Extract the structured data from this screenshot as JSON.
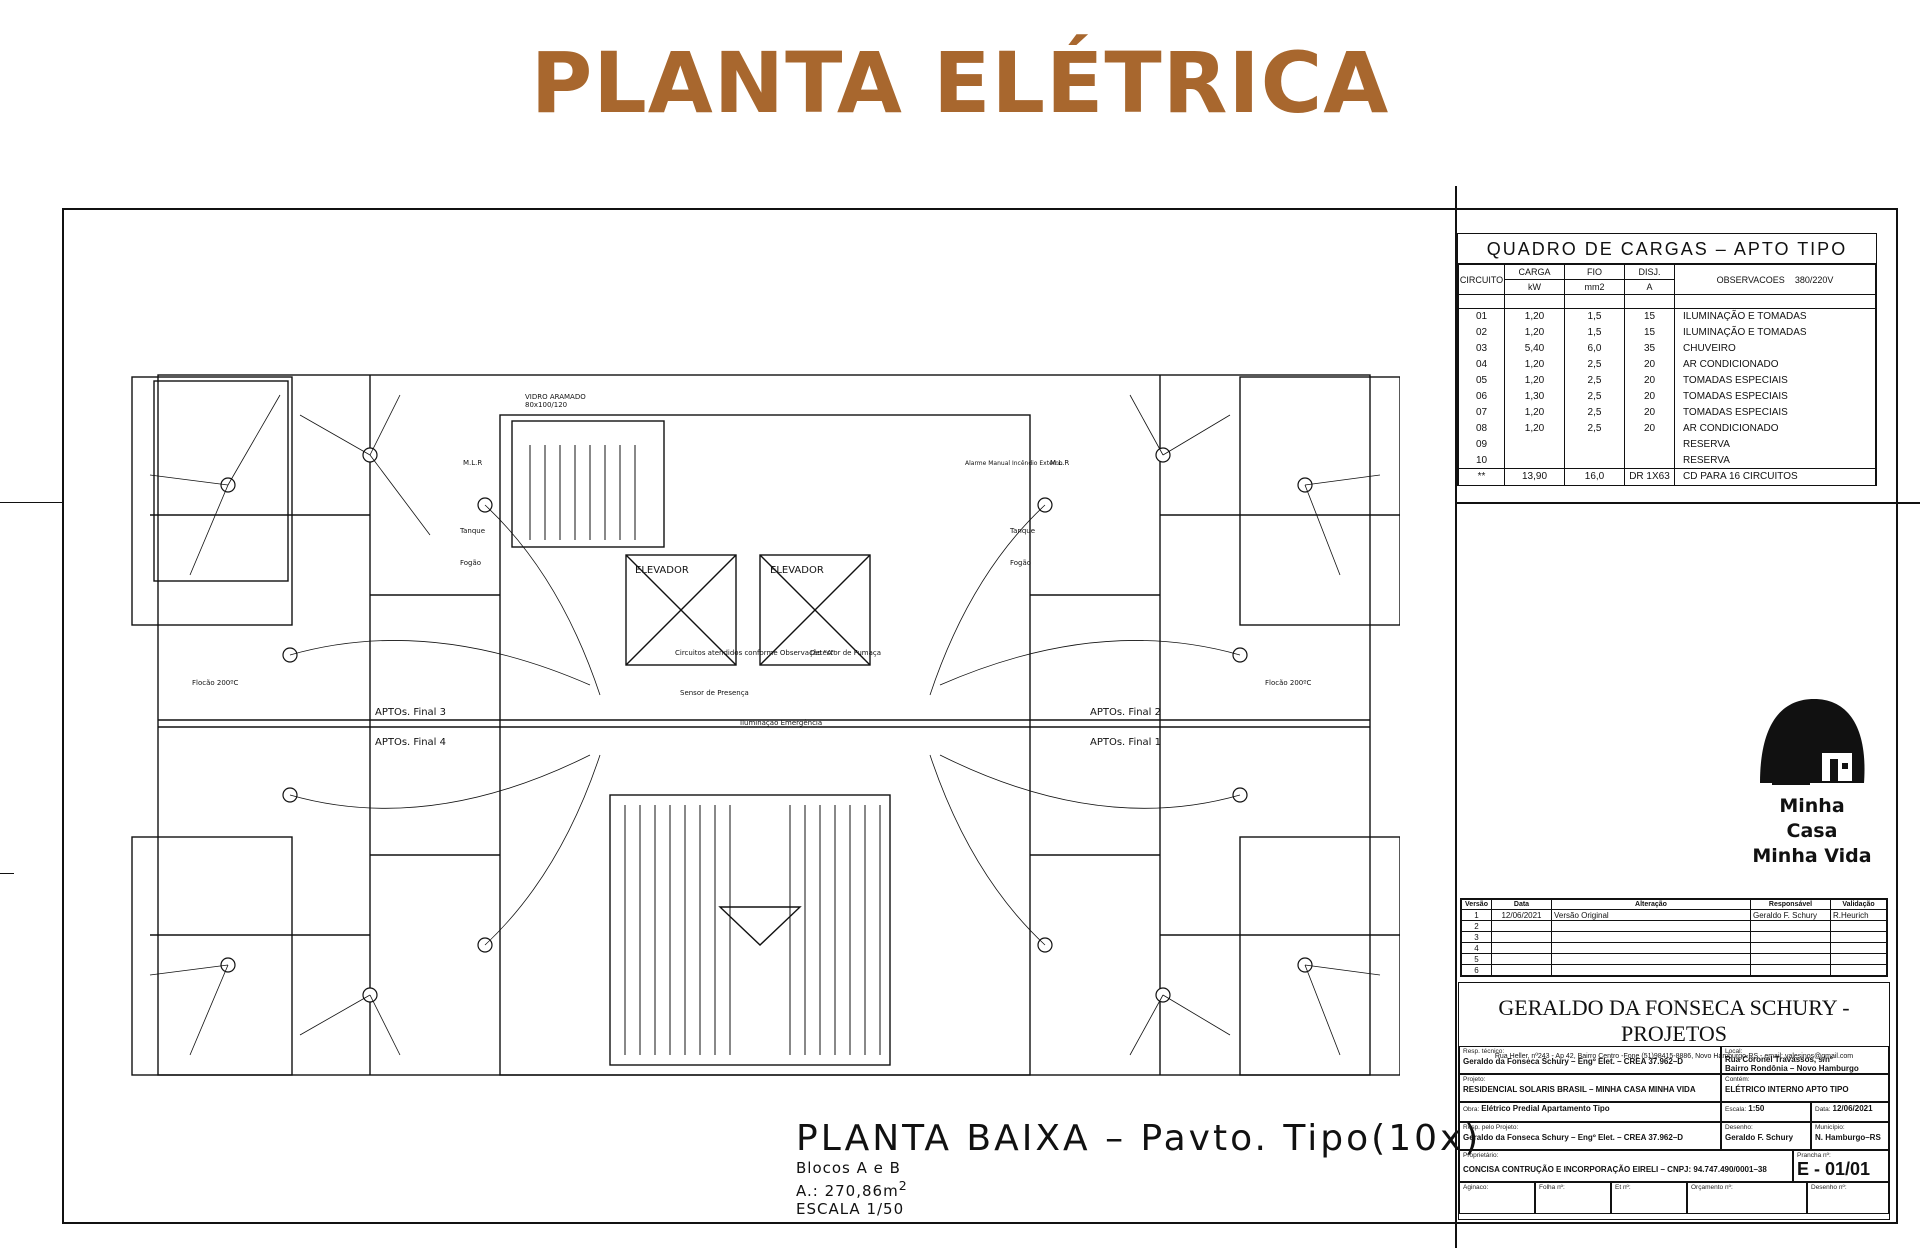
{
  "page": {
    "title": "PLANTA ELÉTRICA",
    "title_color": "#A8672E"
  },
  "plan": {
    "title": "PLANTA BAIXA  –  Pavto. Tipo(10x)",
    "blocks": "Blocos A e B",
    "area": "A.: 270,86m",
    "area_unit_sup": "2",
    "scale": "ESCALA 1/50",
    "labels": {
      "elevador": "ELEVADOR",
      "apto_final_3": "APTOs. Final 3",
      "apto_final_2": "APTOs. Final 2",
      "apto_final_4": "APTOs. Final 4",
      "apto_final_1": "APTOs. Final 1",
      "vidro_aramado": "VIDRO ARAMADO",
      "vidro_dim": "80x100/120",
      "sensor_presenca": "Sensor de Presença",
      "detector_fumaca": "Detector de Fumaça",
      "iluminacao_emergencia": "Iluminação Emergência",
      "circuitos_atendidos": "Circuitos atendidos conforme Observação \"A\"",
      "alarme_manual": "Alarme Manual Incêndio Externo",
      "tanque": "Tanque",
      "fogao": "Fogão",
      "mlr": "M.L.R",
      "flocao": "Flocão 200ºC"
    }
  },
  "loads_table": {
    "title": "QUADRO  DE  CARGAS  –  APTO  TIPO",
    "headers": {
      "circuito": "CIRCUITO",
      "carga": "CARGA",
      "carga_unit": "kW",
      "fio": "FIO",
      "fio_unit": "mm2",
      "disj": "DISJ.",
      "disj_unit": "A",
      "observacoes": "OBSERVACOES",
      "voltage": "380/220V"
    },
    "rows": [
      {
        "circuito": "01",
        "carga": "1,20",
        "fio": "1,5",
        "disj": "15",
        "obs": "ILUMINAÇÃO  E  TOMADAS"
      },
      {
        "circuito": "02",
        "carga": "1,20",
        "fio": "1,5",
        "disj": "15",
        "obs": "ILUMINAÇÃO  E  TOMADAS"
      },
      {
        "circuito": "03",
        "carga": "5,40",
        "fio": "6,0",
        "disj": "35",
        "obs": "CHUVEIRO"
      },
      {
        "circuito": "04",
        "carga": "1,20",
        "fio": "2,5",
        "disj": "20",
        "obs": "AR  CONDICIONADO"
      },
      {
        "circuito": "05",
        "carga": "1,20",
        "fio": "2,5",
        "disj": "20",
        "obs": "TOMADAS  ESPECIAIS"
      },
      {
        "circuito": "06",
        "carga": "1,30",
        "fio": "2,5",
        "disj": "20",
        "obs": "TOMADAS  ESPECIAIS"
      },
      {
        "circuito": "07",
        "carga": "1,20",
        "fio": "2,5",
        "disj": "20",
        "obs": "TOMADAS  ESPECIAIS"
      },
      {
        "circuito": "08",
        "carga": "1,20",
        "fio": "2,5",
        "disj": "20",
        "obs": "AR  CONDICIONADO"
      },
      {
        "circuito": "09",
        "carga": "",
        "fio": "",
        "disj": "",
        "obs": "RESERVA"
      },
      {
        "circuito": "10",
        "carga": "",
        "fio": "",
        "disj": "",
        "obs": "RESERVA"
      }
    ],
    "total": {
      "circuito": "**",
      "carga": "13,90",
      "fio": "16,0",
      "disj": "DR  1X63",
      "obs": "CD  PARA  16  CIRCUITOS"
    }
  },
  "logo": {
    "line1": "Minha Casa",
    "line2": "Minha Vida"
  },
  "revisions": {
    "headers": [
      "Versão",
      "Data",
      "Alteração",
      "Responsável",
      "Validação"
    ],
    "rows": [
      {
        "versao": "1",
        "data": "12/06/2021",
        "alteracao": "Versão Original",
        "responsavel": "Geraldo F. Schury",
        "validacao": "R.Heurich"
      },
      {
        "versao": "2",
        "data": "",
        "alteracao": "",
        "responsavel": "",
        "validacao": ""
      },
      {
        "versao": "3",
        "data": "",
        "alteracao": "",
        "responsavel": "",
        "validacao": ""
      },
      {
        "versao": "4",
        "data": "",
        "alteracao": "",
        "responsavel": "",
        "validacao": ""
      },
      {
        "versao": "5",
        "data": "",
        "alteracao": "",
        "responsavel": "",
        "validacao": ""
      },
      {
        "versao": "6",
        "data": "",
        "alteracao": "",
        "responsavel": "",
        "validacao": ""
      }
    ]
  },
  "title_block": {
    "firm": "GERALDO DA FONSECA SCHURY - PROJETOS",
    "address": "Rua Heller, nº243 - Ap 42, Bairro Centro -Fone (51)98415-8886, Novo Hamburgo-RS - email: valesinos@gmail.com",
    "resp_tecnico_label": "Resp. técnico:",
    "resp_tecnico": "Geraldo da Fonseca Schury – Engº Elet. – CREA 37.962–D",
    "local_label": "Local:",
    "local_1": "Rua Coronel Travassos, s/nº",
    "local_2": "Bairro Rondônia – Novo Hamburgo",
    "projeto_label": "Projeto:",
    "projeto": "RESIDENCIAL SOLARIS BRASIL – MINHA CASA MINHA VIDA",
    "conteudo_label": "Contém:",
    "conteudo": "ELÉTRICO INTERNO APTO TIPO",
    "obra_label": "Obra:",
    "obra": "Elétrico Predial Apartamento Tipo",
    "escala_label": "Escala:",
    "escala": "1:50",
    "data_label": "Data:",
    "data": "12/06/2021",
    "resp_projeto_label": "Resp. pelo Projeto:",
    "resp_projeto": "Geraldo da Fonseca Schury – Engº Elet. – CREA 37.962–D",
    "desenho_label": "Desenho:",
    "desenho": "Geraldo F. Schury",
    "municipio_label": "Município:",
    "municipio": "N. Hamburgo–RS",
    "proprietario_label": "Proprietário:",
    "proprietario": "CONCISA CONTRUÇÃO E INCORPORAÇÃO EIRELI – CNPJ: 94.747.490/0001–38",
    "prancha_label": "Prancha nº:",
    "prancha": "E - 01/01",
    "aginaco_label": "Aginaco:",
    "folha_label": "Folha nº:",
    "et_label": "Et nº:",
    "orcamento_label": "Orçamento nº:",
    "desenho_n_label": "Desenho nº:"
  }
}
